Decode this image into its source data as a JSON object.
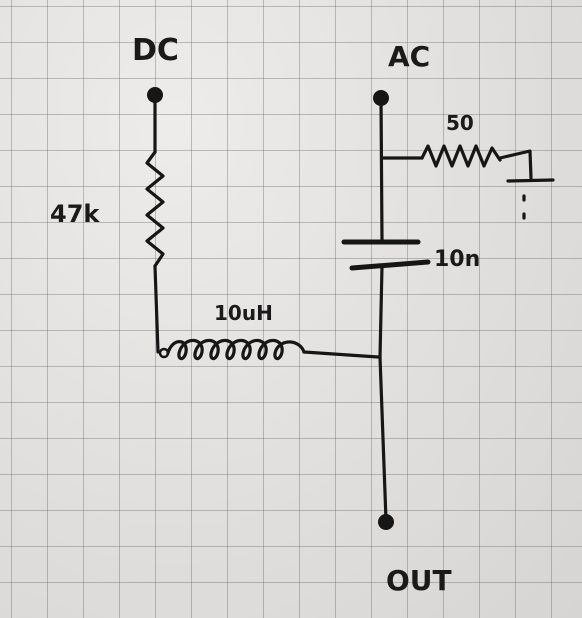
{
  "labels": {
    "dc": "DC",
    "ac": "AC",
    "r_dc": "47k",
    "r_ac": "50",
    "cap": "10n",
    "inductor": "10uH",
    "out": "OUT"
  },
  "colors": {
    "paper": "#e4e2e0",
    "grid": "#7a7a80",
    "ink": "#161616"
  }
}
